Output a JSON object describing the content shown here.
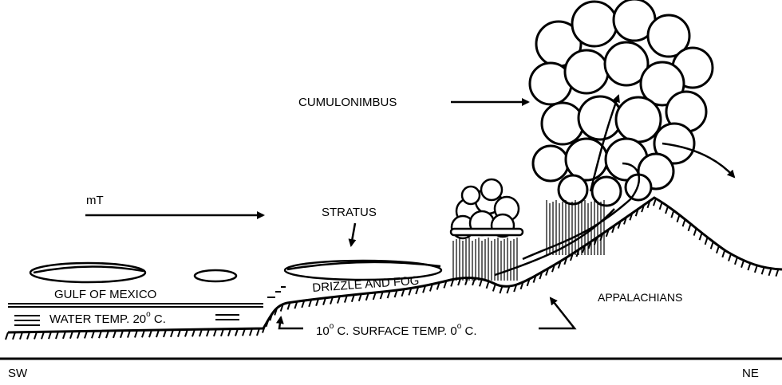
{
  "labels": {
    "cumulonimbus": "CUMULONIMBUS",
    "air_mass": "mT",
    "stratus": "STRATUS",
    "gulf": "GULF OF MEXICO",
    "drizzle": "DRIZZLE AND FOG",
    "appalachians": "APPALACHIANS",
    "water_temp_prefix": "WATER TEMP. 20",
    "water_temp_degree": "o",
    "water_temp_suffix": " C.",
    "surface_a": "10",
    "surface_deg1": "o",
    "surface_b": " C. SURFACE TEMP. 0",
    "surface_deg2": "o",
    "surface_c": " C.",
    "sw": "SW",
    "ne": "NE"
  },
  "colors": {
    "ink": "#000000",
    "background": "#ffffff"
  }
}
